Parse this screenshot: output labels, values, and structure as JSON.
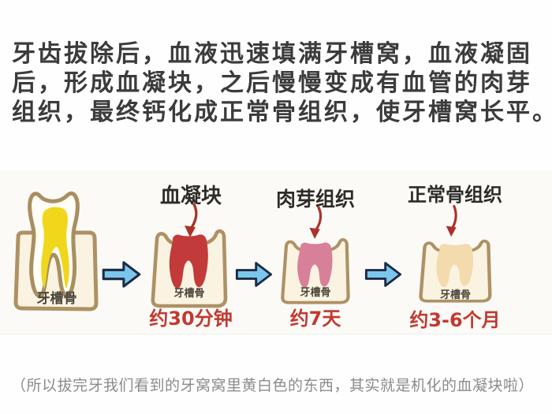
{
  "page": {
    "intro_lines": [
      "牙齿拔除后，血液迅速填满牙槽窝，血液凝固",
      "后，形成血凝块，之后慢慢变成有血管的肉芽",
      "组织，最终钙化成正常骨组织，使牙槽窝长平。"
    ],
    "footnote": "（所以拔完牙我们看到的牙窝窝里黄白色的东西，其实就是机化的血凝块啦）"
  },
  "stages": [
    {
      "bone_label": "牙槽骨"
    },
    {
      "label": "血凝块",
      "bone_label": "牙槽骨",
      "time": "约30分钟",
      "tissue_color": "#c33a3b"
    },
    {
      "label": "肉芽组织",
      "bone_label": "牙槽骨",
      "time": "约7天",
      "tissue_color": "#d87f9a"
    },
    {
      "label": "正常骨组织",
      "bone_label": "牙槽骨",
      "time": "约3-6个月",
      "tissue_color": "#f3dbad"
    }
  ],
  "colors": {
    "intro_text": "#3b3b3b",
    "footnote_text": "#8b8b8b",
    "stage_label_text": "#2e2c29",
    "bone_label_text": "#4c463a",
    "time_text": "#c2392f",
    "socket_fill": "#faf3e1",
    "socket_stroke": "#ae9164",
    "tooth_fill": "#fffdf6",
    "tooth_stroke": "#a98e60",
    "pulp_fill": "#f0d71c",
    "flow_arrow_fill": "#7cc6ec",
    "flow_arrow_stroke": "#1c2b45",
    "annotation_arrow": "#a9332a"
  }
}
